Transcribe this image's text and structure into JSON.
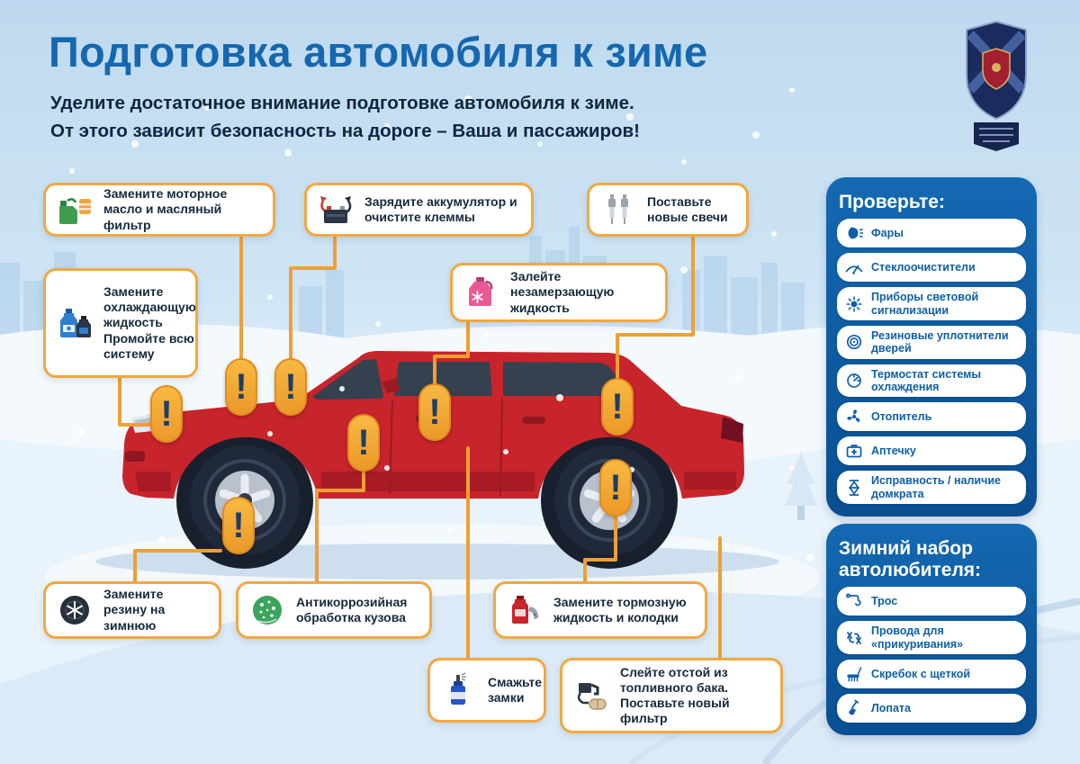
{
  "title": "Подготовка автомобиля к зиме",
  "subtitle": {
    "line1": "Уделите достаточное внимание подготовке автомобиля к зиме.",
    "line2": "От этого зависит безопасность на дороге – Ваша и пассажиров!"
  },
  "marks": {
    "symbol": "!"
  },
  "callouts": [
    {
      "id": "engine-oil",
      "icon": "oil-canister-icon",
      "label": "Замените моторное масло и масляный фильтр"
    },
    {
      "id": "battery",
      "icon": "battery-icon",
      "label": "Зарядите аккумулятор и очистите клеммы"
    },
    {
      "id": "spark-plugs",
      "icon": "spark-plugs-icon",
      "label": "Поставьте новые свечи"
    },
    {
      "id": "coolant",
      "icon": "coolant-icon",
      "label": "Замените охлаждающую жидкость Промойте всю систему"
    },
    {
      "id": "washer-fluid",
      "icon": "washer-fluid-icon",
      "label": "Залейте незамерзающую жидкость"
    },
    {
      "id": "winter-tires",
      "icon": "winter-tire-icon",
      "label": "Замените резину на зимнюю"
    },
    {
      "id": "anticorrosion",
      "icon": "anticorrosion-icon",
      "label": "Антикоррозийная обработка кузова"
    },
    {
      "id": "brake-fluid",
      "icon": "brake-fluid-icon",
      "label": "Замените тормозную жидкость и колодки"
    },
    {
      "id": "locks",
      "icon": "lock-lubricant-icon",
      "label": "Смажьте замки"
    },
    {
      "id": "fuel-system",
      "icon": "fuel-filter-icon",
      "label": "Слейте отстой из топливного бака. Поставьте новый фильтр"
    }
  ],
  "check_panel": {
    "title": "Проверьте:",
    "items": [
      {
        "icon": "headlight-icon",
        "label": "Фары"
      },
      {
        "icon": "wiper-icon",
        "label": "Стеклоочистители"
      },
      {
        "icon": "signal-lights-icon",
        "label": "Приборы световой сигнализации"
      },
      {
        "icon": "door-seal-icon",
        "label": "Резиновые уплотнители дверей"
      },
      {
        "icon": "thermostat-icon",
        "label": "Термостат системы охлаждения"
      },
      {
        "icon": "heater-icon",
        "label": "Отопитель"
      },
      {
        "icon": "first-aid-icon",
        "label": "Аптечку"
      },
      {
        "icon": "jack-icon",
        "label": "Исправность / наличие домкрата"
      }
    ]
  },
  "kit_panel": {
    "title": "Зимний набор автолюбителя:",
    "items": [
      {
        "icon": "tow-rope-icon",
        "label": "Трос"
      },
      {
        "icon": "jumper-cables-icon",
        "label": "Провода для «прикуривания»"
      },
      {
        "icon": "scraper-icon",
        "label": "Скребок с щеткой"
      },
      {
        "icon": "shovel-icon",
        "label": "Лопата"
      }
    ]
  },
  "colors": {
    "accent_orange": "#F0A33C",
    "panel_blue": "#0E5FA6",
    "title_blue": "#1567AF",
    "car_red": "#C8242C",
    "text_navy": "#15293C"
  }
}
